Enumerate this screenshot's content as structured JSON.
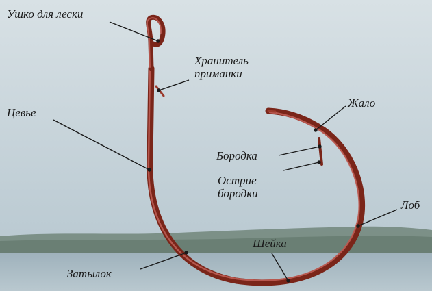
{
  "labels": {
    "eye": "Ушко для лески",
    "bait_holder": [
      "Хранитель",
      "приманки"
    ],
    "shank": "Цевье",
    "point": "Жало",
    "barb": "Бородка",
    "barb_tip": [
      "Острие",
      "бородки"
    ],
    "gap": "Лоб",
    "throat": "Шейка",
    "bend": "Затылок"
  },
  "colors": {
    "hook": "#8e2f22",
    "hook_highlight": "#c2605a",
    "leader_line": "#1a1a1a",
    "sky_top": "#d5dee2",
    "sky_bottom": "#b7c9d3",
    "shore": "#6f8476",
    "water": "#a6b9c3"
  }
}
